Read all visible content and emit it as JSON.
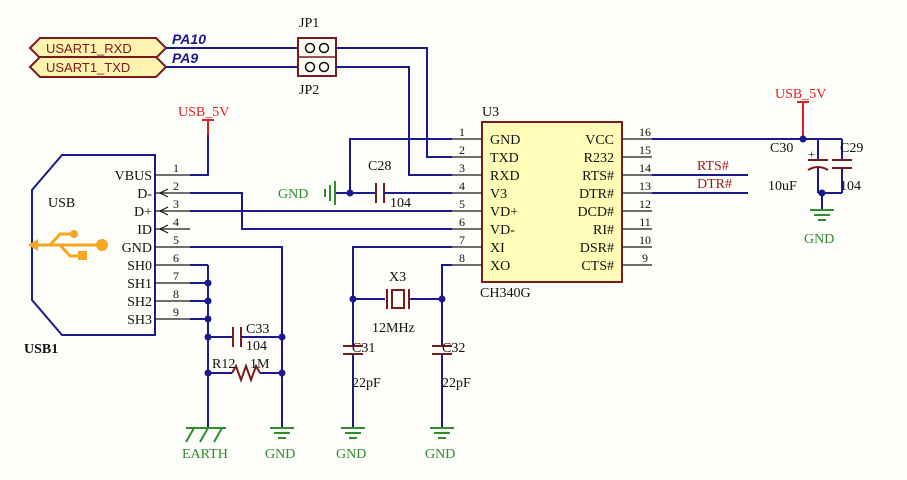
{
  "ports": {
    "rxd": "USART1_RXD",
    "txd": "USART1_TXD"
  },
  "nets": {
    "pa10": "PA10",
    "pa9": "PA9",
    "rts": "RTS#",
    "dtr": "DTR#"
  },
  "jumpers": {
    "jp1": "JP1",
    "jp2": "JP2"
  },
  "power": {
    "usb5v_left": "USB_5V",
    "usb5v_right": "USB_5V"
  },
  "grounds": {
    "gnd_label": "GND",
    "earth_label": "EARTH"
  },
  "ic": {
    "ref": "U3",
    "part": "CH340G",
    "left_pins": [
      {
        "num": "1",
        "name": "GND"
      },
      {
        "num": "2",
        "name": "TXD"
      },
      {
        "num": "3",
        "name": "RXD"
      },
      {
        "num": "4",
        "name": "V3"
      },
      {
        "num": "5",
        "name": "VD+"
      },
      {
        "num": "6",
        "name": "VD-"
      },
      {
        "num": "7",
        "name": "XI"
      },
      {
        "num": "8",
        "name": "XO"
      }
    ],
    "right_pins": [
      {
        "num": "16",
        "name": "VCC"
      },
      {
        "num": "15",
        "name": "R232"
      },
      {
        "num": "14",
        "name": "RTS#"
      },
      {
        "num": "13",
        "name": "DTR#"
      },
      {
        "num": "12",
        "name": "DCD#"
      },
      {
        "num": "11",
        "name": "RI#"
      },
      {
        "num": "10",
        "name": "DSR#"
      },
      {
        "num": "9",
        "name": "CTS#"
      }
    ]
  },
  "usb": {
    "ref": "USB1",
    "label": "USB",
    "pins": [
      {
        "num": "1",
        "name": "VBUS"
      },
      {
        "num": "2",
        "name": "D-"
      },
      {
        "num": "3",
        "name": "D+"
      },
      {
        "num": "4",
        "name": "ID"
      },
      {
        "num": "5",
        "name": "GND"
      },
      {
        "num": "6",
        "name": "SH0"
      },
      {
        "num": "7",
        "name": "SH1"
      },
      {
        "num": "8",
        "name": "SH2"
      },
      {
        "num": "9",
        "name": "SH3"
      }
    ]
  },
  "components": {
    "c28": {
      "ref": "C28",
      "value": "104"
    },
    "c30": {
      "ref": "C30",
      "value": "10uF"
    },
    "c29": {
      "ref": "C29",
      "value": "104"
    },
    "c33": {
      "ref": "C33",
      "value": "104"
    },
    "r12": {
      "ref": "R12",
      "value": "1M"
    },
    "c31": {
      "ref": "C31",
      "value": "22pF"
    },
    "c32": {
      "ref": "C32",
      "value": "22pF"
    },
    "x3": {
      "ref": "X3",
      "value": "12MHz"
    }
  },
  "colors": {
    "wire": "#1a1a8c",
    "component": "#7a1a1a",
    "ground": "#2e8b2e",
    "power": "#e02020",
    "usb_icon": "#f5a623",
    "port_fill": "#fff3b0"
  }
}
